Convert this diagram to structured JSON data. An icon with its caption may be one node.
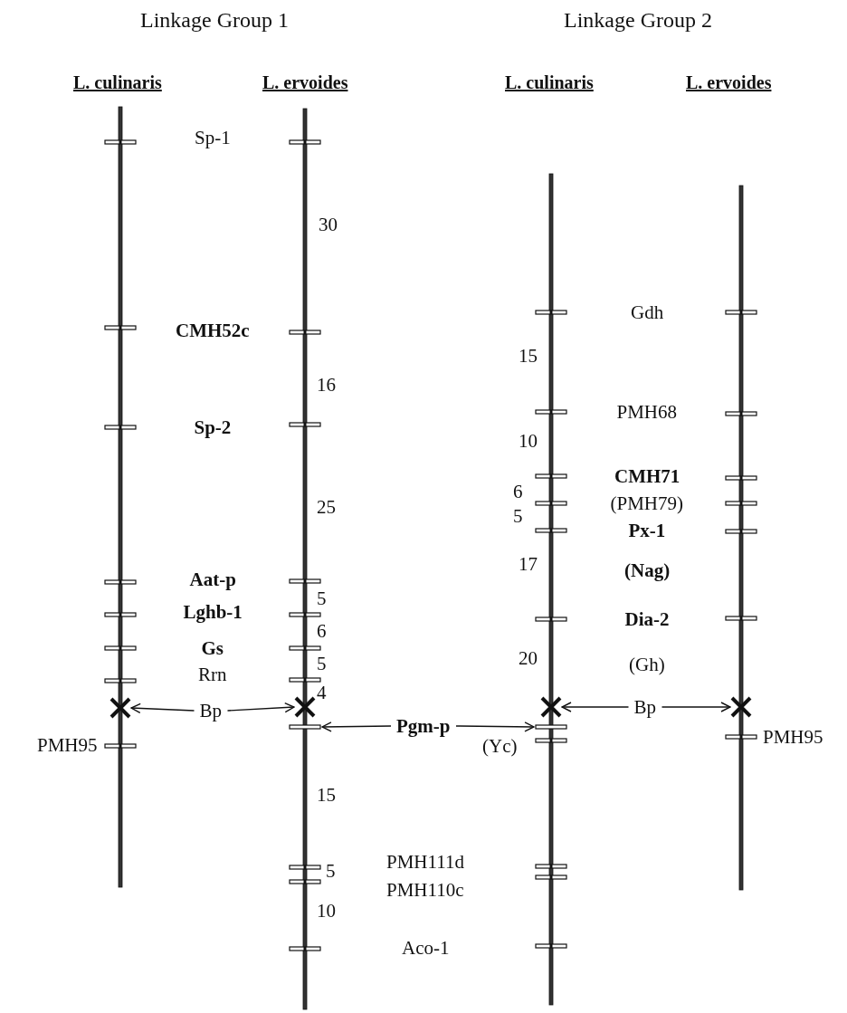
{
  "diagram": {
    "nodes": [
      {
        "text": [
          "Bp"
        ]
      },
      {
        "text": [],
        "shape": "cross"
      },
      {
        "text": [],
        "shape": "cross"
      },
      {
        "text": [
          "Pgm-p"
        ]
      },
      {
        "text": [],
        "shape": "bar"
      },
      {
        "text": [],
        "shape": "bar"
      },
      {
        "text": [
          "Bp"
        ]
      },
      {
        "text": [],
        "shape": "cross"
      },
      {
        "text": [],
        "shape": "cross"
      }
    ],
    "edges": [
      {
        "from": 0,
        "to": 1,
        "arrow": "to"
      },
      {
        "from": 0,
        "to": 2,
        "arrow": "to"
      },
      {
        "from": 3,
        "to": 4,
        "arrow": "to"
      },
      {
        "from": 3,
        "to": 5,
        "arrow": "to"
      },
      {
        "from": 6,
        "to": 7,
        "arrow": "to"
      },
      {
        "from": 6,
        "to": 8,
        "arrow": "to"
      }
    ],
    "labels": [
      "Linkage Group 1",
      "Linkage Group 2",
      "L. culinaris",
      "L. ervoides",
      "L. culinaris",
      "L. ervoides",
      "Sp-1",
      "30",
      "CMH52c",
      "16",
      "Sp-2",
      "25",
      "Aat-p",
      "5",
      "Lghb-1",
      "6",
      "Gs",
      "5",
      "Rrn",
      "4",
      "PMH95",
      "15",
      "5",
      "PMH111d",
      "PMH110c",
      "10",
      "Aco-1",
      "15",
      "Gdh",
      "10",
      "PMH68",
      "CMH71",
      "6",
      "(PMH79)",
      "5",
      "Px-1",
      "17",
      "(Nag)",
      "Dia-2",
      "20",
      "(Gh)",
      "(Yc)",
      "PMH95"
    ]
  }
}
